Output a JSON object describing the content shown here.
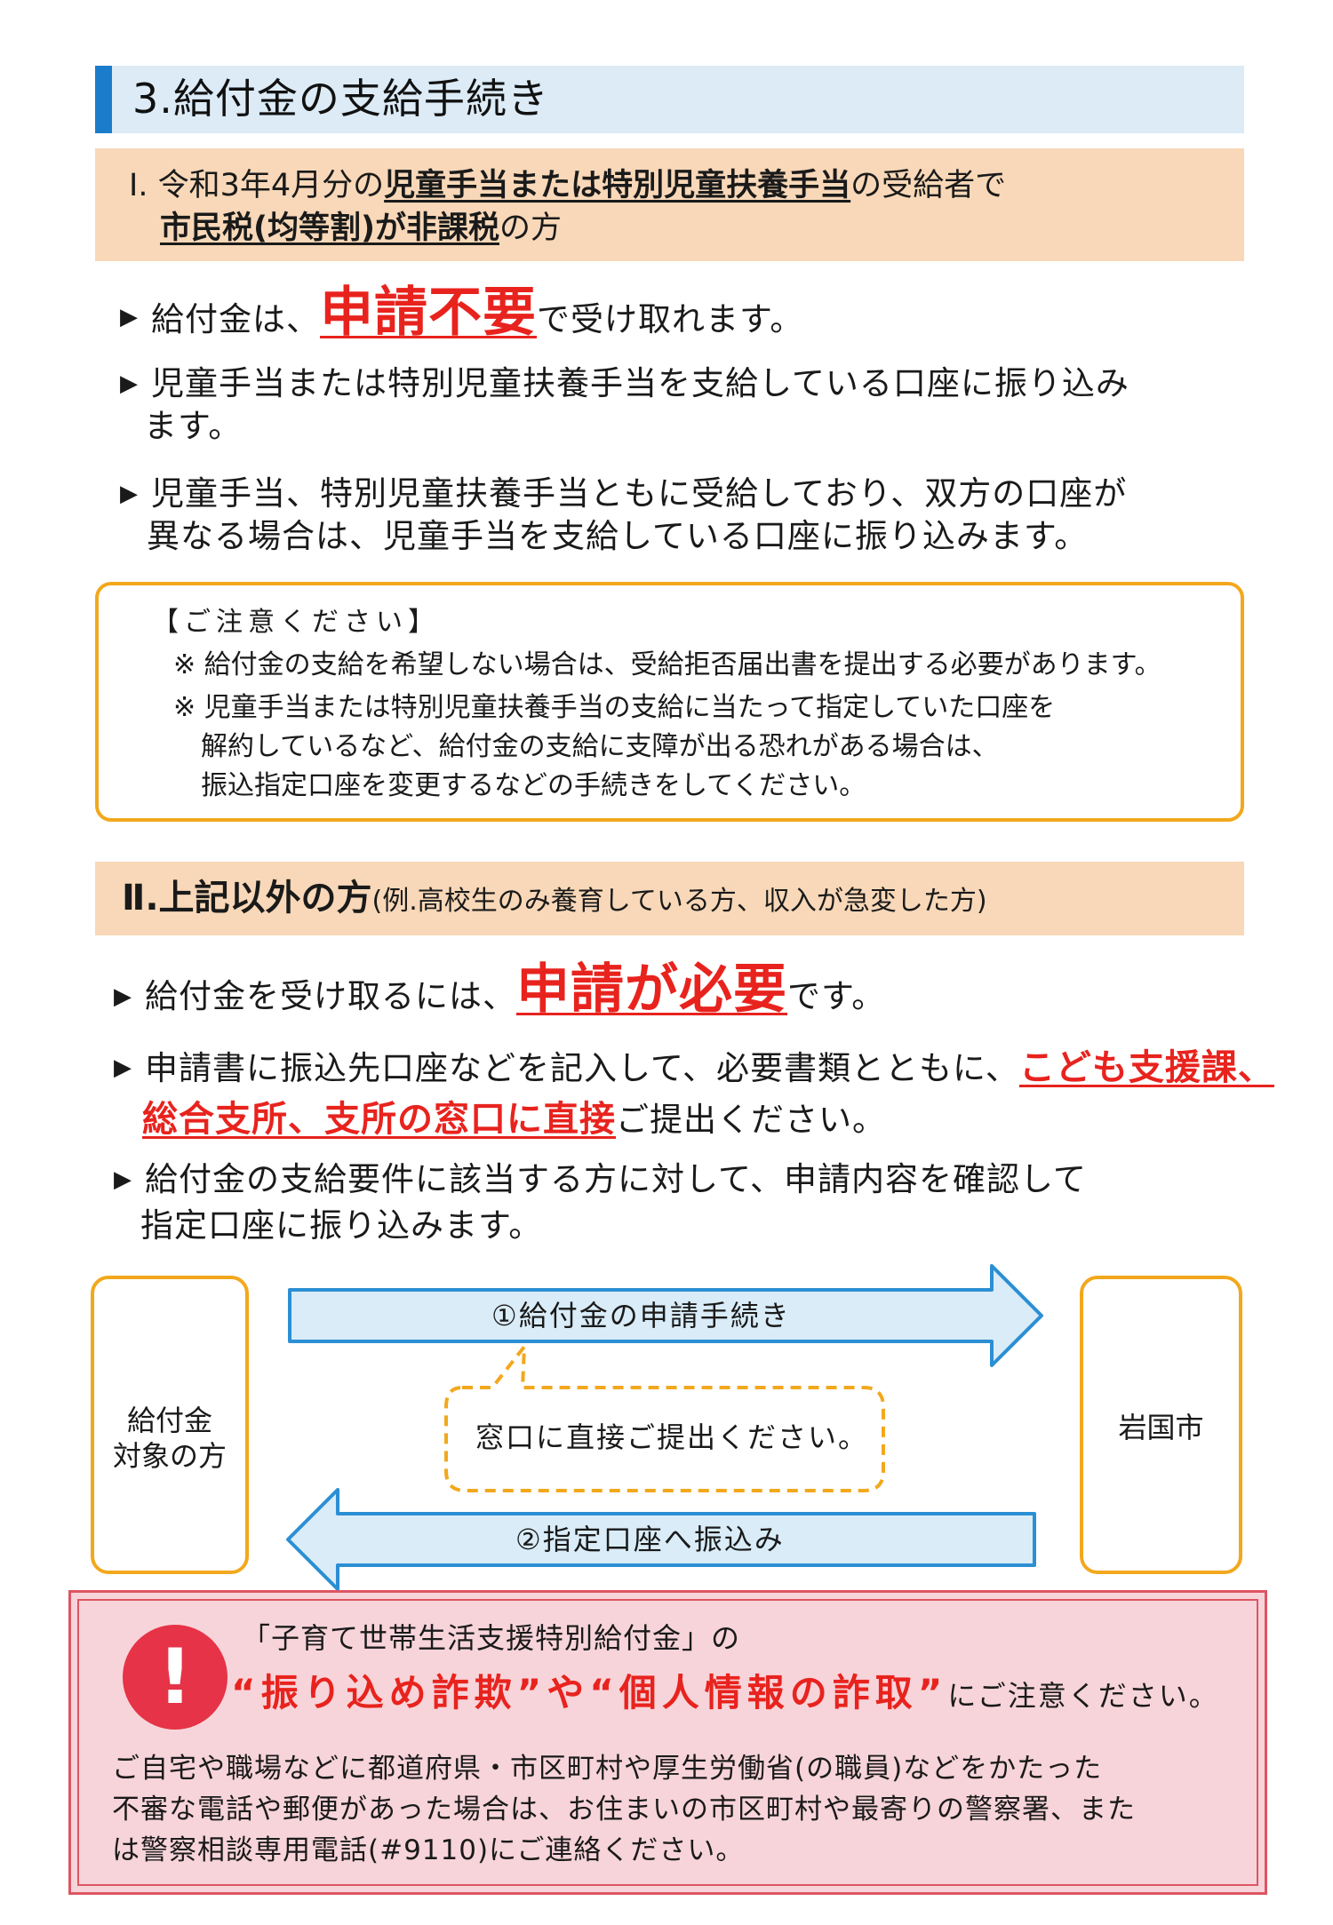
{
  "section_title": "3.給付金の支給手続き",
  "part1": {
    "line1_a": "Ⅰ. 令和3年4月分の",
    "line1_b": "児童手当または特別児童扶養手当",
    "line1_c": "の受給者で",
    "line2_a": "市民税(均等割)が非課税",
    "line2_b": "の方"
  },
  "bullets1": [
    {
      "a": "給付金は、",
      "b": "申請不要",
      "c": "で受け取れます。"
    },
    {
      "l1": "児童手当または特別児童扶養手当を支給している口座に振り込み",
      "l2": "ます。"
    },
    {
      "l1": "児童手当、特別児童扶養手当ともに受給しており、双方の口座が",
      "l2": "異なる場合は、児童手当を支給している口座に振り込みます。"
    }
  ],
  "caution": {
    "heading": "【ご注意ください】",
    "note1": "※ 給付金の支給を希望しない場合は、受給拒否届出書を提出する必要があります。",
    "note2_l1": "※ 児童手当または特別児童扶養手当の支給に当たって指定していた口座を",
    "note2_l2": "解約しているなど、給付金の支給に支障が出る恐れがある場合は、",
    "note2_l3": "振込指定口座を変更するなどの手続きをしてください。"
  },
  "part2": {
    "main": "Ⅱ.上記以外の方",
    "sub": "(例.高校生のみ養育している方、収入が急変した方)"
  },
  "bullets2": [
    {
      "a": "給付金を受け取るには、",
      "b": "申請が必要",
      "c": "です。"
    },
    {
      "l1_a": "申請書に振込先口座などを記入して、必要書類とともに、",
      "l1_b": "こども支援課、",
      "l2_a": "総合支所、支所の窓口に直接",
      "l2_b": "ご提出ください。"
    },
    {
      "l1": "給付金の支給要件に該当する方に対して、申請内容を確認して",
      "l2": "指定口座に振り込みます。"
    }
  ],
  "flow": {
    "left_l1": "給付金",
    "left_l2": "対象の方",
    "right": "岩国市",
    "arrow1": "①給付金の申請手続き",
    "bubble": "窓口に直接ご提出ください。",
    "arrow2": "②指定口座へ振込み"
  },
  "warning": {
    "line1": "「子育て世帯生活支援特別給付金」の",
    "line2_red": "“振り込め詐欺”や“個人情報の詐取”",
    "line2_rest": "にご注意ください。",
    "body1": "ご自宅や職場などに都道府県・市区町村や厚生労働省(の職員)などをかたった",
    "body2": "不審な電話や郵便があった場合は、お住まいの市区町村や最寄りの警察署、また",
    "body3": "は警察相談専用電話(#9110)にご連絡ください。"
  },
  "colors": {
    "accent_blue": "#1b7ccc",
    "title_bg": "#dcebf6",
    "subhead_bg": "#f8d8b8",
    "caution_border": "#f2a81d",
    "red_emphasis": "#e8231e",
    "warning_bg": "#f7d4da",
    "arrow_fill": "#d9ecf8"
  },
  "icons": [
    "triangle-bullet-icon",
    "exclamation-icon",
    "right-arrow-icon",
    "left-arrow-icon"
  ]
}
